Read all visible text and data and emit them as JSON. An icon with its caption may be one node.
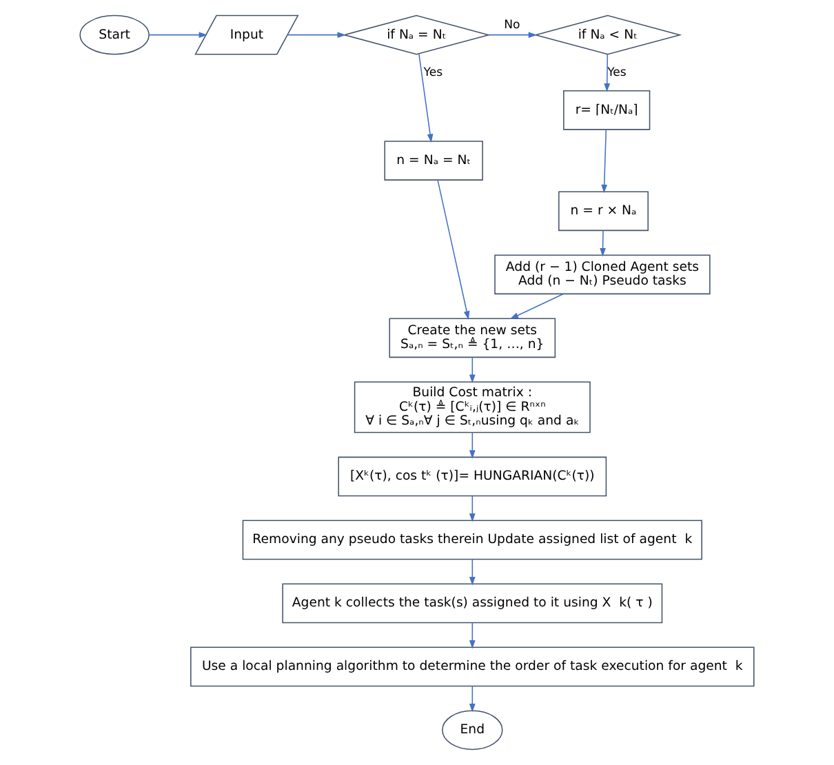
{
  "diagram": {
    "nodes": [
      {
        "text": [
          "Start"
        ]
      },
      {
        "text": [
          "Input"
        ]
      },
      {
        "text": [
          "if Nₐ = Nₜ"
        ]
      },
      {
        "text": [
          "if Nₐ < Nₜ"
        ]
      },
      {
        "text": [
          "n = Nₐ = Nₜ"
        ]
      },
      {
        "text": [
          "r= ⌈Nₜ/Nₐ⌉"
        ]
      },
      {
        "text": [
          "n = r × Nₐ"
        ]
      },
      {
        "text": [
          "Add (r − 1) Cloned Agent sets",
          "Add (n − Nₜ) Pseudo tasks"
        ]
      },
      {
        "text": [
          "Create the new sets",
          "Sₐ,ₙ = Sₜ,ₙ ≜ {1, …, n}"
        ]
      },
      {
        "text": [
          "Build Cost matrix :",
          "Cᵏ(τ) ≜ [Cᵏᵢ,ⱼ(τ)] ∈ Rⁿˣⁿ",
          "∀ i ∈ Sₐ,ₙ∀ j ∈ Sₜ,ₙusing qₖ and aₖ"
        ]
      },
      {
        "text": [
          "[Xᵏ(τ), cos tᵏ (τ)]= HUNGARIAN(Cᵏ(τ))"
        ]
      },
      {
        "text": [
          "Removing any pseudo tasks therein Update assigned list of agent  k"
        ]
      },
      {
        "text": [
          "Agent k collects the task(s) assigned to it using X  k( τ )"
        ]
      },
      {
        "text": [
          "Use a local planning algorithm to determine the order of task execution for agent  k"
        ]
      },
      {
        "text": [
          "End"
        ]
      }
    ],
    "edges": [
      {
        "from": 0,
        "to": 1,
        "arrow": "to"
      },
      {
        "from": 1,
        "to": 2,
        "arrow": "to"
      },
      {
        "from": 2,
        "to": 3,
        "arrow": "to",
        "label": "No"
      },
      {
        "from": 2,
        "to": 4,
        "arrow": "to",
        "label": "Yes"
      },
      {
        "from": 3,
        "to": 5,
        "arrow": "to",
        "label": "Yes"
      },
      {
        "from": 5,
        "to": 6,
        "arrow": "to"
      },
      {
        "from": 6,
        "to": 7,
        "arrow": "to"
      },
      {
        "from": 4,
        "to": 8,
        "arrow": "to"
      },
      {
        "from": 7,
        "to": 8,
        "arrow": "to"
      },
      {
        "from": 8,
        "to": 9,
        "arrow": "to"
      },
      {
        "from": 9,
        "to": 10,
        "arrow": "to"
      },
      {
        "from": 10,
        "to": 11,
        "arrow": "to"
      },
      {
        "from": 11,
        "to": 12,
        "arrow": "to"
      },
      {
        "from": 12,
        "to": 13,
        "arrow": "to"
      },
      {
        "from": 13,
        "to": 14,
        "arrow": "to"
      }
    ]
  }
}
